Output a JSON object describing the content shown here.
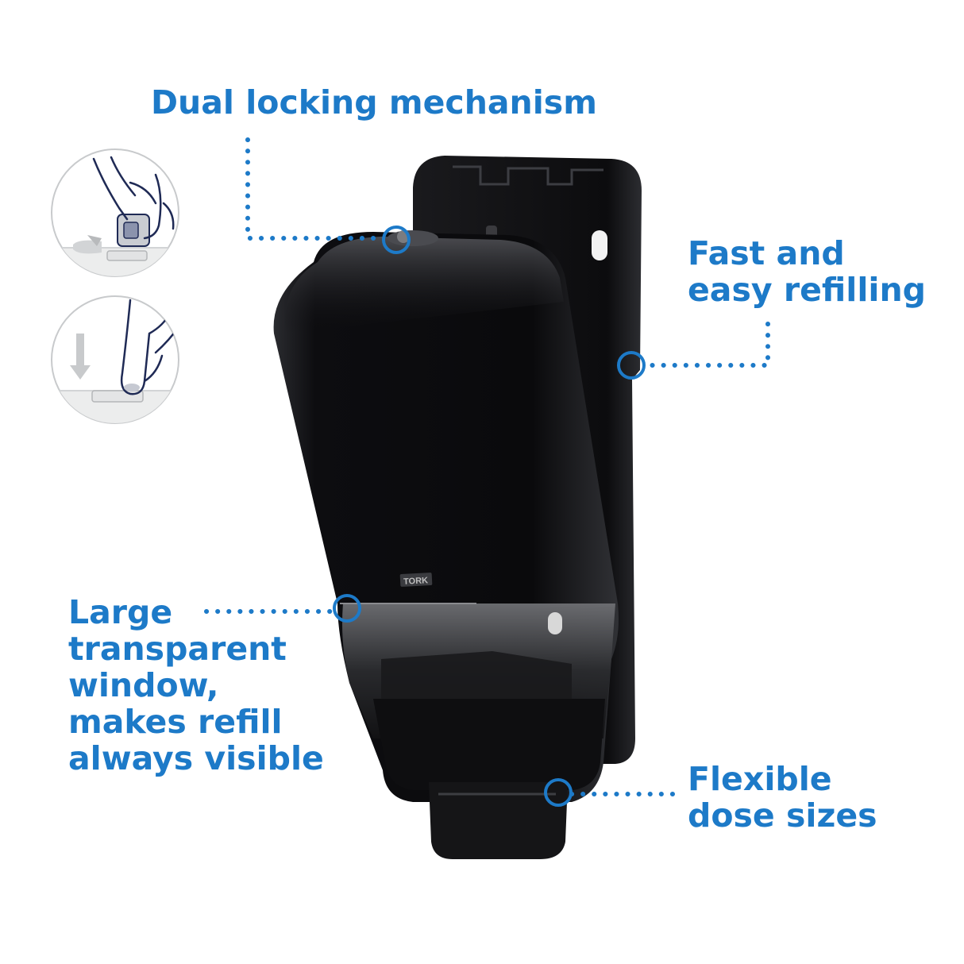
{
  "colors": {
    "accent_blue": "#1d7ac8",
    "dispenser_black": "#101012",
    "icon_gray": "#c8cacc",
    "icon_line": "#1f2a55"
  },
  "brand": {
    "logo_text": "TORK"
  },
  "callouts": {
    "dual_locking": {
      "text": "Dual locking mechanism"
    },
    "fast_refilling": {
      "lines": [
        "Fast and",
        "easy refilling"
      ]
    },
    "large_window": {
      "lines": [
        "Large",
        "transparent",
        "window,",
        "makes refill",
        "always visible"
      ]
    },
    "flexible_dose": {
      "lines": [
        "Flexible",
        "dose sizes"
      ]
    }
  },
  "icons": [
    "hand-twist-lock-icon",
    "finger-press-icon"
  ]
}
